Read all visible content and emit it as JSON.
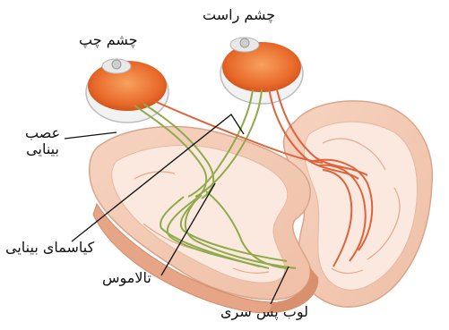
{
  "labels": {
    "right_eye": "چشم راست",
    "left_eye": "چشم چپ",
    "optic_nerve_line1": "عصب",
    "optic_nerve_line2": "بینایی",
    "optic_chiasm": "کیاسمای بینایی",
    "thalamus": "تالاموس",
    "occipital_lobe": "لوب پس سری"
  },
  "colors": {
    "eye_orange": "#e8692a",
    "eye_white": "#f2f2f2",
    "brain_pink": "#f3c9b4",
    "brain_light": "#fbe9df",
    "fiber_green": "#8faa4a",
    "fiber_red": "#e0623a"
  }
}
